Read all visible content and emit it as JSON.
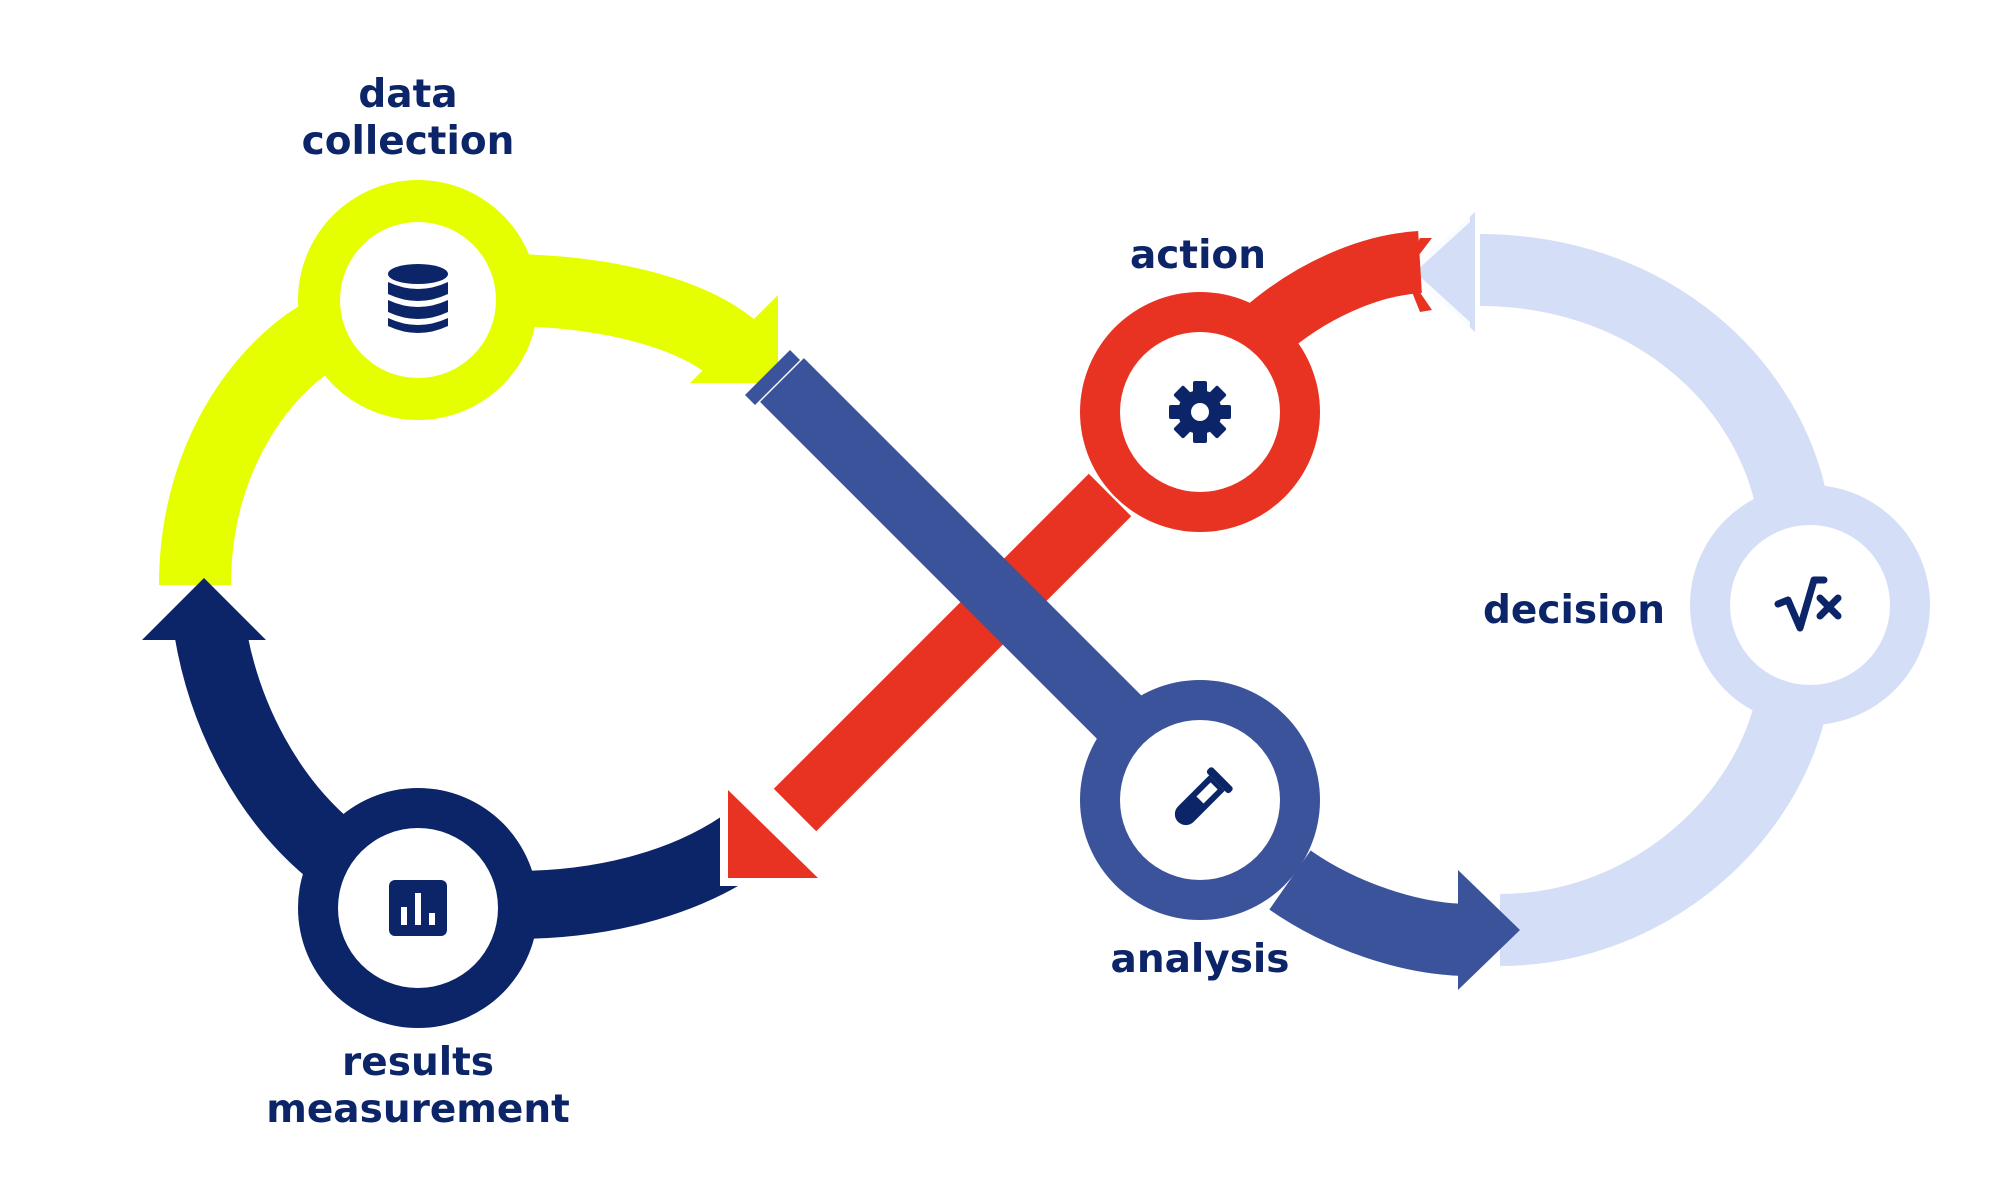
{
  "stages": {
    "data_collection": {
      "label_line1": "data",
      "label_line2": "collection",
      "icon": "database-icon",
      "color": "#E5FF00"
    },
    "analysis": {
      "label": "analysis",
      "icon": "test-tube-icon",
      "color": "#3A539B"
    },
    "decision": {
      "label": "decision",
      "icon": "square-root-x-icon",
      "color": "#D4DFF7"
    },
    "action": {
      "label": "action",
      "icon": "gear-icon",
      "color": "#E83323"
    },
    "results_measurement": {
      "label_line1": "results",
      "label_line2": "measurement",
      "icon": "bar-chart-icon",
      "color": "#0C2468"
    }
  },
  "colors": {
    "text": "#0C2468",
    "background": "#FFFFFF"
  }
}
